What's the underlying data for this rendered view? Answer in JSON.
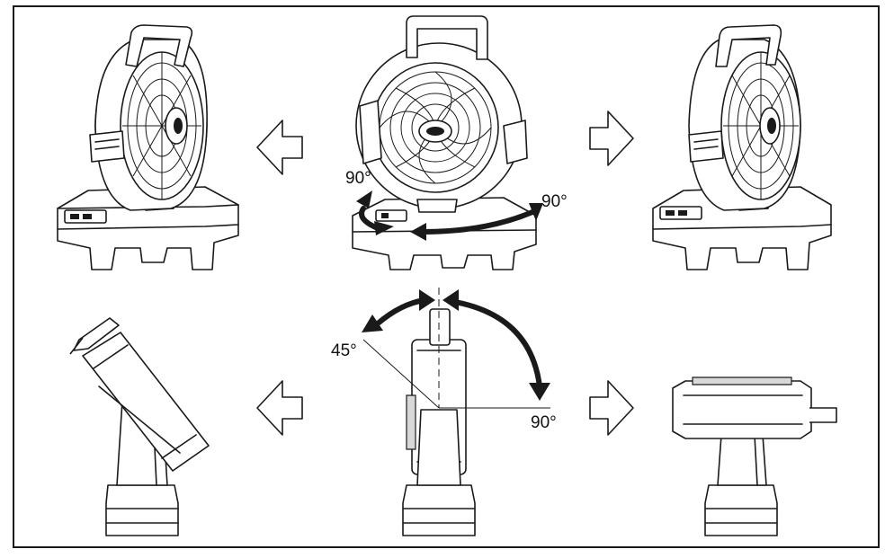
{
  "labels": {
    "swivel_left": "90°",
    "swivel_right": "90°",
    "tilt_back": "45°",
    "tilt_forward": "90°"
  },
  "colors": {
    "line": "#1a1a1a",
    "background": "#ffffff"
  },
  "icons": {
    "arrow_left": "outline-arrow-left",
    "arrow_right": "outline-arrow-right"
  }
}
